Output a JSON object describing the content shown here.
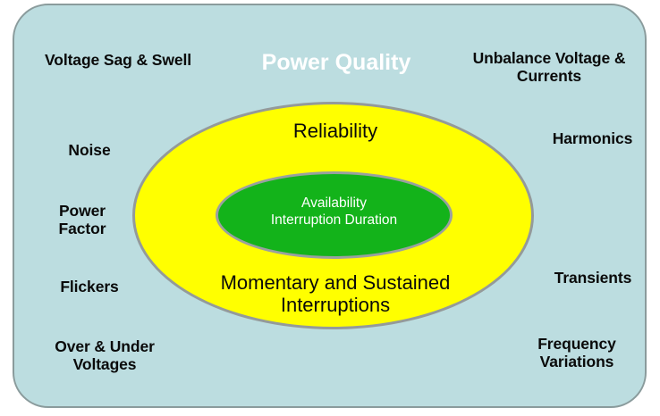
{
  "diagram": {
    "title": "Power Quality",
    "outer_region": {
      "name": "Power Quality",
      "fill_color": "#bcdde0",
      "border_color": "#8a9b9c",
      "labels": [
        "Voltage Sag & Swell",
        "Unbalance Voltage &\nCurrents",
        "Noise",
        "Harmonics",
        "Power\nFactor",
        "Transients",
        "Flickers",
        "Over & Under\nVoltages",
        "Frequency\nVariations"
      ]
    },
    "middle_region": {
      "name": "Reliability",
      "fill_color": "#ffff00",
      "border_color": "#949a9a",
      "top_label": "Reliability",
      "bottom_label": "Momentary and Sustained\nInterruptions"
    },
    "inner_region": {
      "name": "Availability",
      "fill_color": "#13b31a",
      "border_color": "#9aa0a0",
      "text_color": "#ffffff",
      "label": "Availability\nInterruption Duration"
    }
  }
}
